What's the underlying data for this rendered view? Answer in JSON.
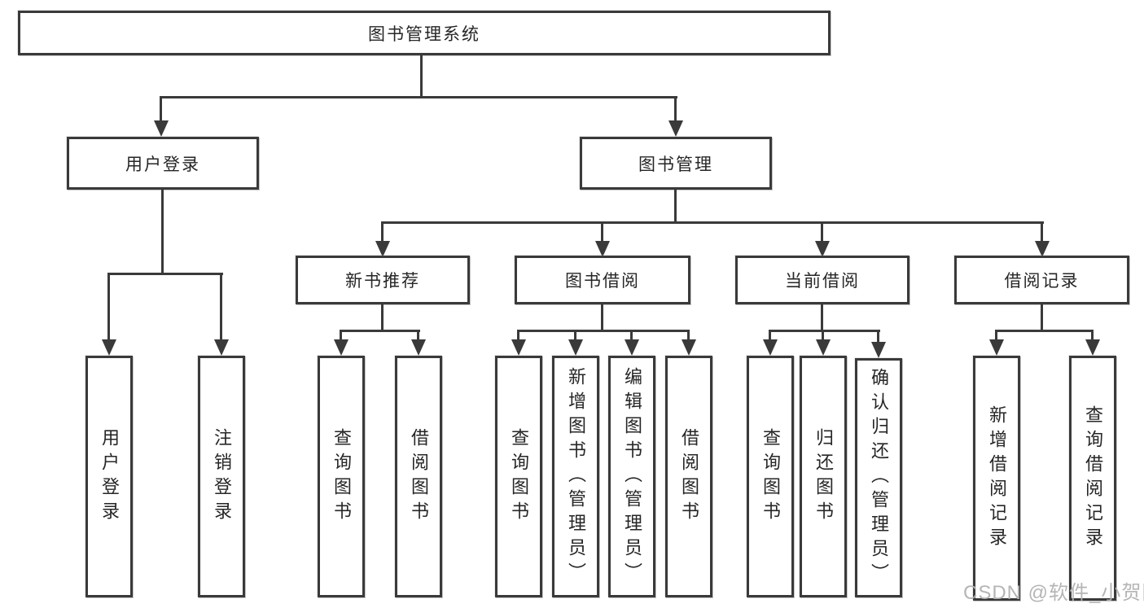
{
  "tree": {
    "label": "图书管理系统",
    "children": [
      {
        "label": "用户登录",
        "children": [
          {
            "label": "用户登录"
          },
          {
            "label": "注销登录"
          }
        ]
      },
      {
        "label": "图书管理",
        "children": [
          {
            "label": "新书推荐",
            "children": [
              {
                "label": "查询图书"
              },
              {
                "label": "借阅图书"
              }
            ]
          },
          {
            "label": "图书借阅",
            "children": [
              {
                "label": "查询图书"
              },
              {
                "label": "新增图书（管理员）"
              },
              {
                "label": "编辑图书（管理员）"
              },
              {
                "label": "借阅图书"
              }
            ]
          },
          {
            "label": "当前借阅",
            "children": [
              {
                "label": "查询图书"
              },
              {
                "label": "归还图书"
              },
              {
                "label": "确认归还（管理员）"
              }
            ]
          },
          {
            "label": "借阅记录",
            "children": [
              {
                "label": "新增借阅记录"
              },
              {
                "label": "查询借阅记录"
              }
            ]
          }
        ]
      }
    ]
  },
  "watermark": "CSDN @软件_小贺同学",
  "colors": {
    "line": "#3a3a3a",
    "text": "#262626",
    "watermark": "#b2b2b2",
    "background": "#ffffff"
  }
}
